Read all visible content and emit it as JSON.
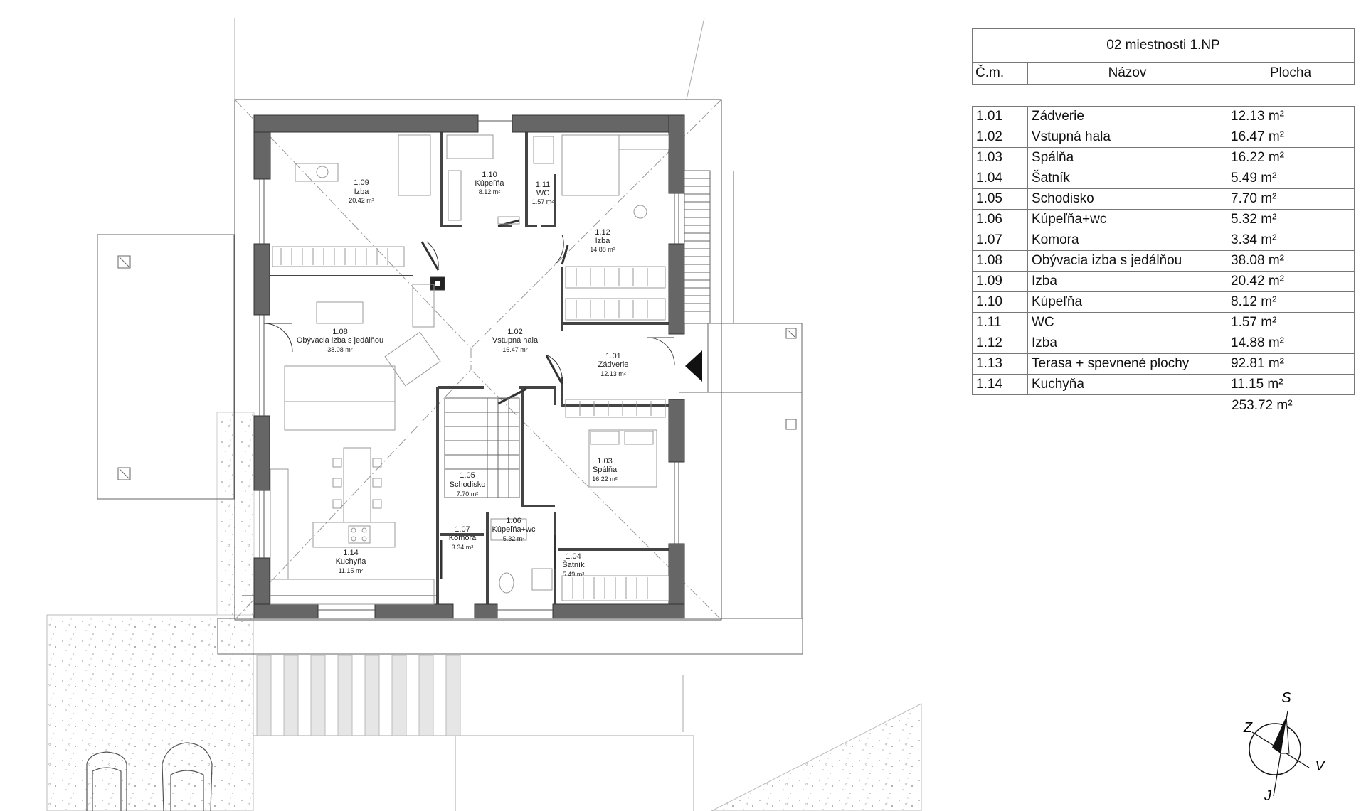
{
  "schedule": {
    "title": "02 miestnosti 1.NP",
    "col_number": "Č.m.",
    "col_name": "Názov",
    "col_area": "Plocha",
    "rows": [
      {
        "no": "1.01",
        "name": "Zádverie",
        "area": "12.13 m²"
      },
      {
        "no": "1.02",
        "name": "Vstupná hala",
        "area": "16.47 m²"
      },
      {
        "no": "1.03",
        "name": "Spálňa",
        "area": "16.22 m²"
      },
      {
        "no": "1.04",
        "name": "Šatník",
        "area": "5.49 m²"
      },
      {
        "no": "1.05",
        "name": "Schodisko",
        "area": "7.70 m²"
      },
      {
        "no": "1.06",
        "name": "Kúpeľňa+wc",
        "area": "5.32 m²"
      },
      {
        "no": "1.07",
        "name": "Komora",
        "area": "3.34 m²"
      },
      {
        "no": "1.08",
        "name": "Obývacia izba s jedálňou",
        "area": "38.08 m²"
      },
      {
        "no": "1.09",
        "name": "Izba",
        "area": "20.42 m²"
      },
      {
        "no": "1.10",
        "name": "Kúpeľňa",
        "area": "8.12 m²"
      },
      {
        "no": "1.11",
        "name": "WC",
        "area": "1.57 m²"
      },
      {
        "no": "1.12",
        "name": "Izba",
        "area": "14.88 m²"
      },
      {
        "no": "1.13",
        "name": "Terasa + spevnené plochy",
        "area": "92.81 m²"
      },
      {
        "no": "1.14",
        "name": "Kuchyňa",
        "area": "11.15 m²"
      }
    ],
    "total": "253.72 m²"
  },
  "plan_labels": {
    "r101": {
      "no": "1.01",
      "name": "Zádverie",
      "area": "12.13 m²"
    },
    "r102": {
      "no": "1.02",
      "name": "Vstupná hala",
      "area": "16.47 m²"
    },
    "r103": {
      "no": "1.03",
      "name": "Spálňa",
      "area": "16.22 m²"
    },
    "r104": {
      "no": "1.04",
      "name": "Šatník",
      "area": "5.49 m²"
    },
    "r105": {
      "no": "1.05",
      "name": "Schodisko",
      "area": "7.70 m²"
    },
    "r106": {
      "no": "1.06",
      "name": "Kúpeľňa+wc",
      "area": "5.32 m²"
    },
    "r107": {
      "no": "1.07",
      "name": "Komora",
      "area": "3.34 m²"
    },
    "r108": {
      "no": "1.08",
      "name": "Obývacia izba s jedálňou",
      "area": "38.08 m²"
    },
    "r109": {
      "no": "1.09",
      "name": "Izba",
      "area": "20.42 m²"
    },
    "r110": {
      "no": "1.10",
      "name": "Kúpeľňa",
      "area": "8.12 m²"
    },
    "r111": {
      "no": "1.11",
      "name": "WC",
      "area": "1.57 m²"
    },
    "r112": {
      "no": "1.12",
      "name": "Izba",
      "area": "14.88 m²"
    },
    "r114": {
      "no": "1.14",
      "name": "Kuchyňa",
      "area": "11.15 m²"
    }
  },
  "compass": {
    "north": "S",
    "south": "J",
    "east": "V",
    "west": "Z"
  },
  "colors": {
    "wall": "#666666",
    "line": "#444444",
    "hatch": "#bbbbbb"
  }
}
